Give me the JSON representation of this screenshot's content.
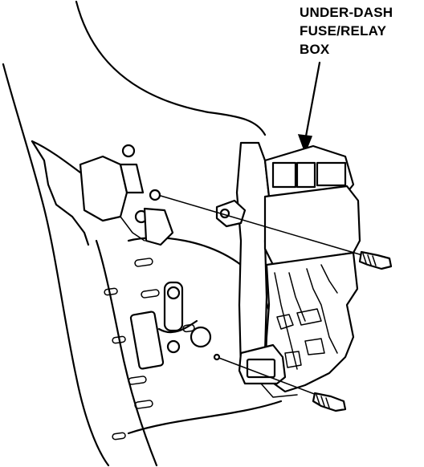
{
  "callout": {
    "line1": "UNDER-DASH",
    "line2": "FUSE/RELAY",
    "line3": "BOX"
  }
}
